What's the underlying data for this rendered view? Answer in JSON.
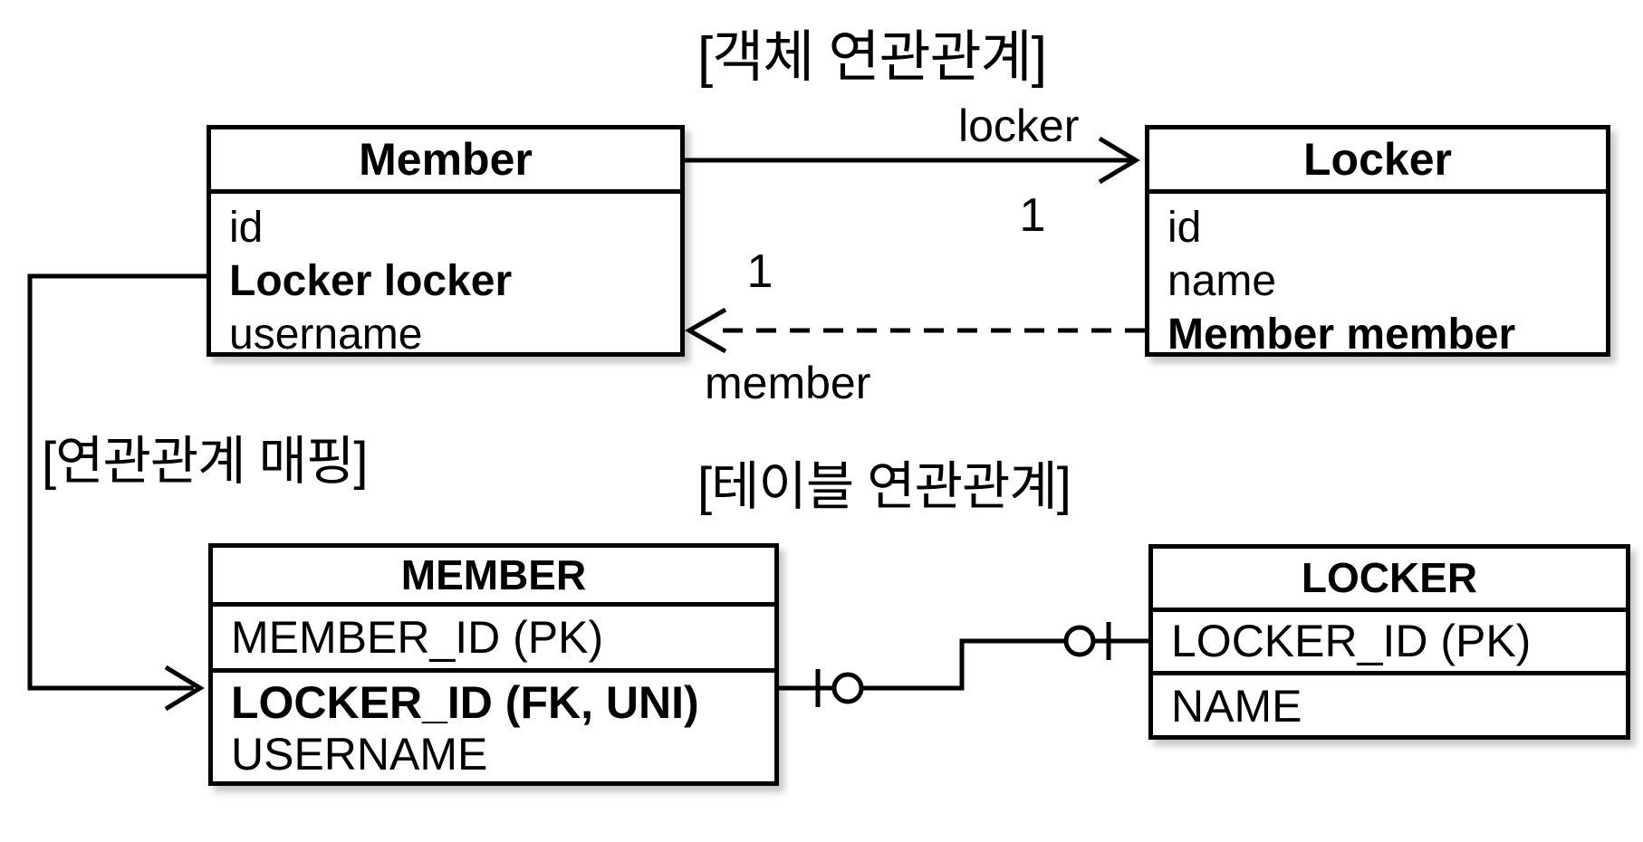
{
  "titles": {
    "object_relation": "[객체 연관관계]",
    "mapping": "[연관관계 매핑]",
    "table_relation": "[테이블 연관관계]"
  },
  "object_diagram": {
    "member_class": {
      "name": "Member",
      "fields": [
        {
          "text": "id"
        },
        {
          "text": "Locker locker"
        },
        {
          "text": "username"
        }
      ]
    },
    "locker_class": {
      "name": "Locker",
      "fields": [
        {
          "text": "id"
        },
        {
          "text": "name"
        },
        {
          "text": "Member member"
        }
      ]
    },
    "locker_association": {
      "label": "locker",
      "multiplicity": "1"
    },
    "member_association": {
      "label": "member",
      "multiplicity": "1"
    }
  },
  "table_diagram": {
    "member_table": {
      "name": "MEMBER",
      "pk_row": "MEMBER_ID (PK)",
      "rows": [
        {
          "text": "LOCKER_ID (FK, UNI)"
        },
        {
          "text": "USERNAME"
        }
      ]
    },
    "locker_table": {
      "name": "LOCKER",
      "pk_row": "LOCKER_ID (PK)",
      "rows": [
        {
          "text": "NAME"
        }
      ]
    }
  },
  "colors": {
    "line": "#000000",
    "background": "#ffffff",
    "box_fill": "#ffffff"
  }
}
